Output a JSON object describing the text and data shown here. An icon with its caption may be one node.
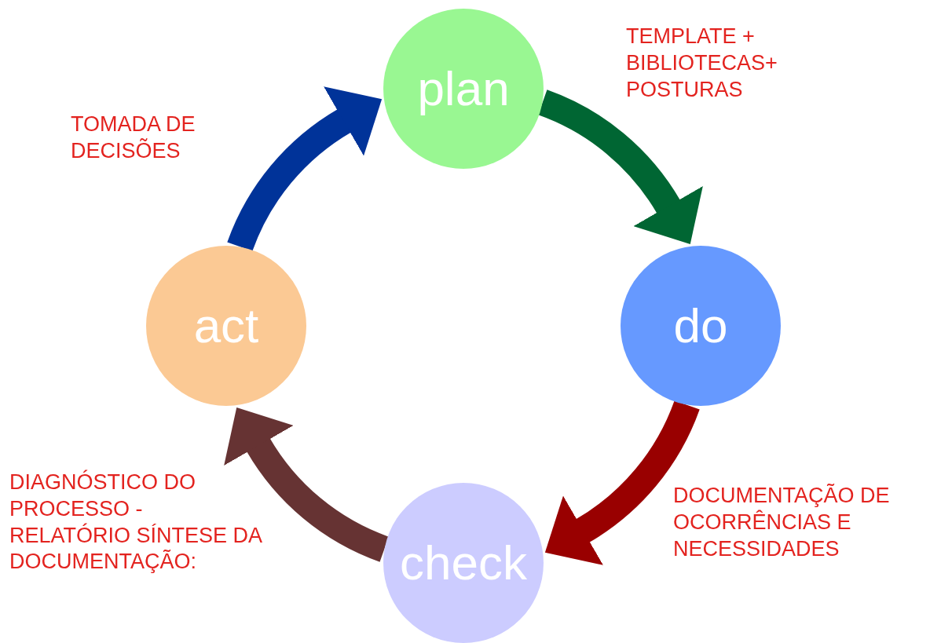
{
  "diagram": {
    "nodes": [
      {
        "text": [
          "plan"
        ]
      },
      {
        "text": [
          "do"
        ]
      },
      {
        "text": [
          "check"
        ]
      },
      {
        "text": [
          "act"
        ]
      }
    ],
    "edges": [
      {
        "from": 0,
        "to": 1,
        "arrow": "to",
        "label": "TEMPLATE + BIBLIOTECAS+ POSTURAS",
        "color": "#006633"
      },
      {
        "from": 1,
        "to": 2,
        "arrow": "to",
        "label": "DOCUMENTAÇÃO DE OCORRÊNCIAS E NECESSIDADES",
        "color": "#990000"
      },
      {
        "from": 2,
        "to": 3,
        "arrow": "to",
        "label": "DIAGNÓSTICO DO PROCESSO - RELATÓRIO SÍNTESE DA DOCUMENTAÇÃO:",
        "color": "#663333"
      },
      {
        "from": 3,
        "to": 0,
        "arrow": "to",
        "label": "TOMADA DE DECISÕES",
        "color": "#003399"
      }
    ]
  }
}
